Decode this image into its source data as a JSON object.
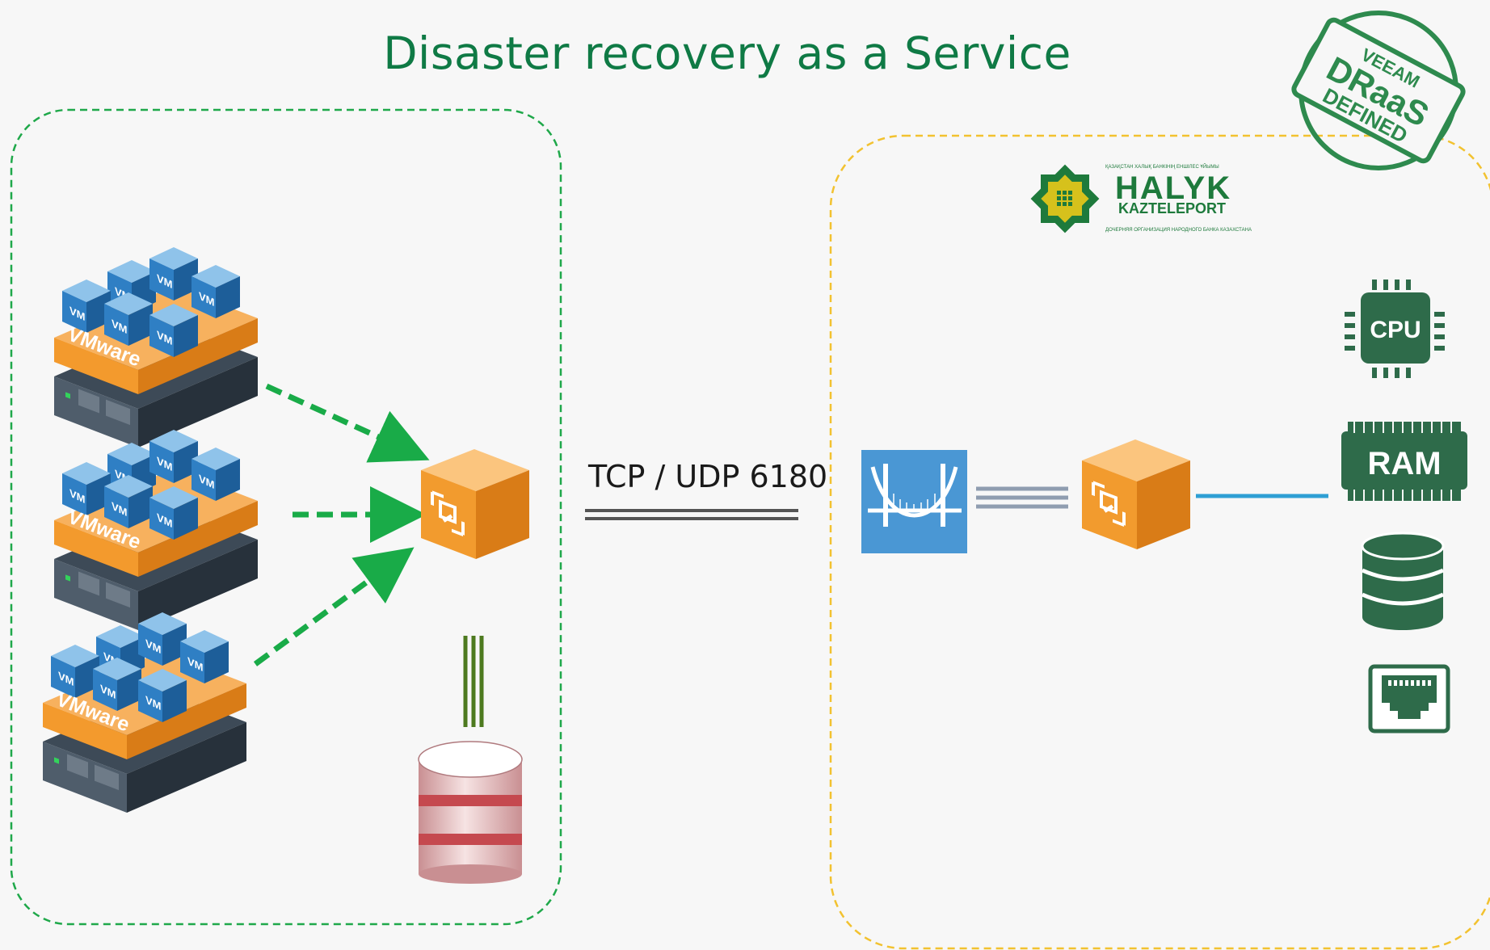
{
  "title": "Disaster recovery as a Service",
  "protocol_label": "TCP / UDP 6180",
  "source_site": {
    "hosts": [
      {
        "platform_label": "VMware",
        "vm_label": "VM"
      },
      {
        "platform_label": "VMware",
        "vm_label": "VM"
      },
      {
        "platform_label": "VMware",
        "vm_label": "VM"
      }
    ]
  },
  "provider_site": {
    "logo": {
      "name": "HALYK",
      "subname": "KAZTELEPORT",
      "top_text": "ҚАЗАҚСТАН ХАЛЫҚ БАНКІНІҢ ЕНШІЛЕС ҰЙЫМЫ",
      "bottom_text": "ДОЧЕРНЯЯ ОРГАНИЗАЦИЯ НАРОДНОГО БАНКА КАЗАХСТАНА"
    },
    "resources": {
      "cpu_label": "CPU",
      "ram_label": "RAM"
    }
  },
  "stamp": {
    "line1": "VEEAM",
    "line2": "DRaaS",
    "line3": "DEFINED"
  },
  "colors": {
    "title": "#0f7a45",
    "source_border": "#1fa84a",
    "provider_border": "#f2c230",
    "arrow": "#19ab48",
    "proxy_orange": "#f29b2e",
    "resource_green": "#2e6b4a",
    "gateway_blue": "#4a97d4",
    "link_blue": "#2f9fd4"
  }
}
